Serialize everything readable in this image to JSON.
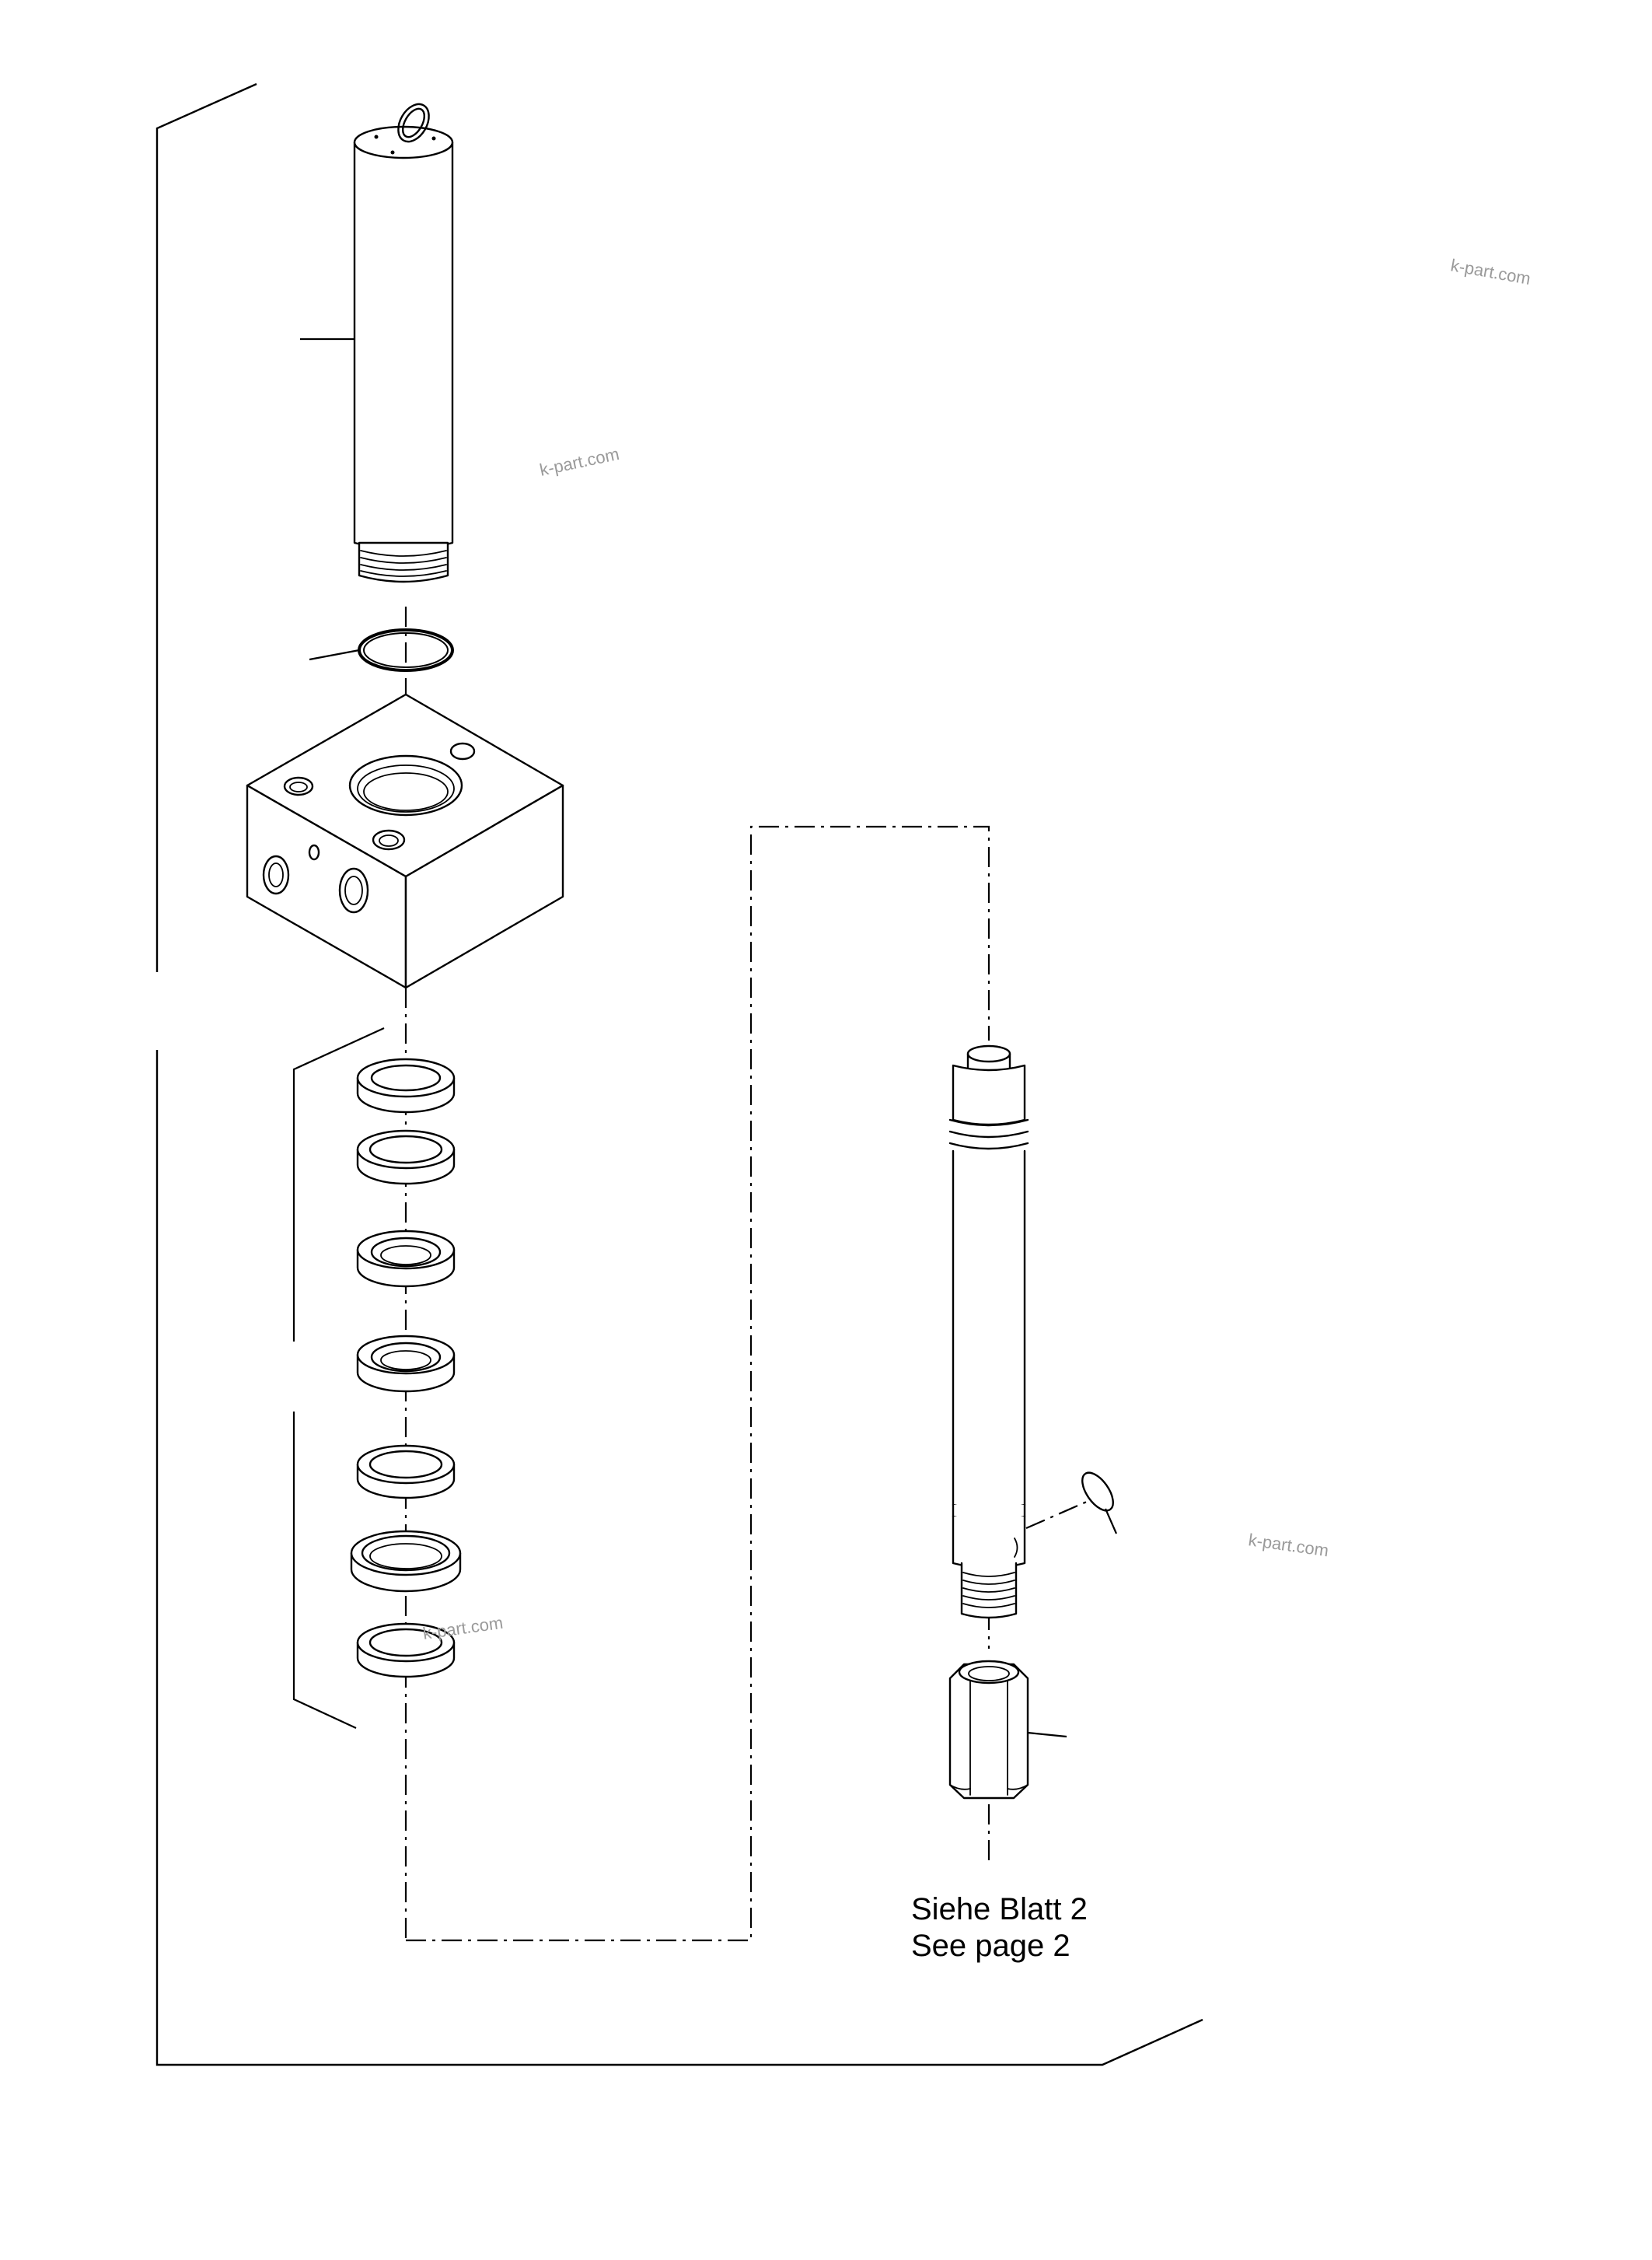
{
  "diagram": {
    "reference_note": {
      "line_de": "Siehe Blatt 2",
      "line_en": "See page 2"
    },
    "watermarks": [
      "k-part.com",
      "k-part.com",
      "k-part.com",
      "k-part.com"
    ]
  }
}
